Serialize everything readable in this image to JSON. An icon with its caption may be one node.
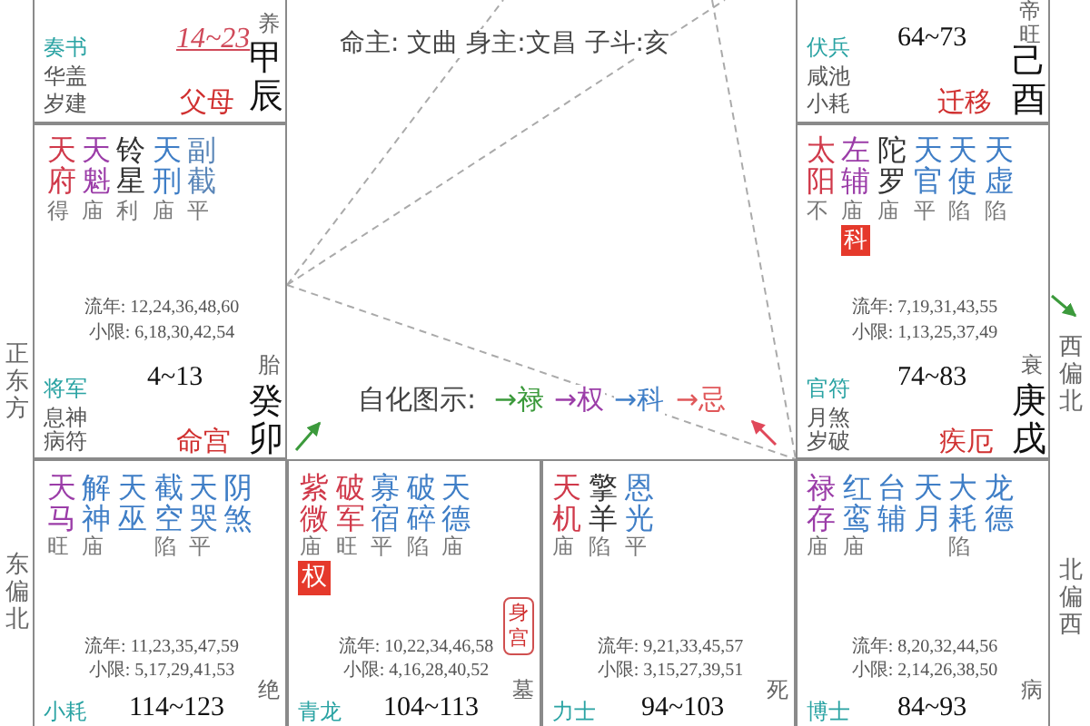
{
  "diagram": {
    "nodes": [
      {
        "text": [
          "奏书",
          "华盖",
          "岁建",
          "14~23",
          "父母",
          "养",
          "甲辰"
        ]
      },
      {
        "text": [
          "伏兵",
          "咸池",
          "小耗",
          "64~73",
          "迁移",
          "帝旺",
          "己酉"
        ]
      },
      {
        "text": [
          "天府",
          "天魁",
          "铃星",
          "天刑",
          "副截",
          "得",
          "庙",
          "利",
          "庙",
          "平",
          "流年: 12,24,36,48,60",
          "小限: 6,18,30,42,54",
          "将军",
          "息神",
          "病符",
          "4~13",
          "命宫",
          "胎",
          "癸卯"
        ]
      },
      {
        "text": [
          "太阳",
          "左辅",
          "陀罗",
          "天官",
          "天使",
          "天虚",
          "不",
          "庙",
          "庙",
          "平",
          "陷",
          "陷",
          "流年: 7,19,31,43,55",
          "小限: 1,13,25,37,49",
          "官符",
          "月煞",
          "岁破",
          "74~83",
          "疾厄",
          "衰",
          "庚戌"
        ]
      },
      {
        "text": [
          "科"
        ],
        "in": 3
      },
      {
        "text": [
          "天马",
          "解神",
          "天巫",
          "截空",
          "天哭",
          "阴煞",
          "旺",
          "庙",
          "陷",
          "平",
          "流年: 11,23,35,47,59",
          "小限: 5,17,29,41,53",
          "小耗",
          "114~123",
          "绝"
        ]
      },
      {
        "text": [
          "紫微",
          "破军",
          "寡宿",
          "破碎",
          "天德",
          "庙",
          "旺",
          "平",
          "陷",
          "庙",
          "流年: 10,22,34,46,58",
          "小限: 4,16,28,40,52",
          "青龙",
          "104~113",
          "墓"
        ]
      },
      {
        "text": [
          "权"
        ],
        "in": 6
      },
      {
        "text": [
          "身宫"
        ],
        "in": 6
      },
      {
        "text": [
          "天机",
          "擎羊",
          "恩光",
          "庙",
          "陷",
          "平",
          "流年: 9,21,33,45,57",
          "小限: 3,15,27,39,51",
          "力士",
          "94~103",
          "死"
        ]
      },
      {
        "text": [
          "禄存",
          "红鸾",
          "台辅",
          "天月",
          "大耗",
          "龙德",
          "庙",
          "庙",
          "陷",
          "流年: 8,20,32,44,56",
          "小限: 2,14,26,38,50",
          "博士",
          "84~93",
          "病"
        ]
      }
    ],
    "edges": [
      {
        "from": 2,
        "to": 10,
        "arrow": "none",
        "style": "dashed"
      },
      {
        "from": 2,
        "to": null,
        "arrow": "none",
        "style": "dashed"
      },
      {
        "from": 2,
        "to": null,
        "arrow": "none",
        "style": "dashed"
      },
      {
        "from": null,
        "to": 10,
        "arrow": "none",
        "style": "dashed"
      }
    ],
    "labels": [
      "命主: 文曲 身主:文昌 子斗:亥",
      "正东方",
      "西偏北",
      "自化图示:",
      "→禄",
      "→权",
      "→科",
      "→忌",
      "东偏北",
      "北偏西"
    ]
  }
}
